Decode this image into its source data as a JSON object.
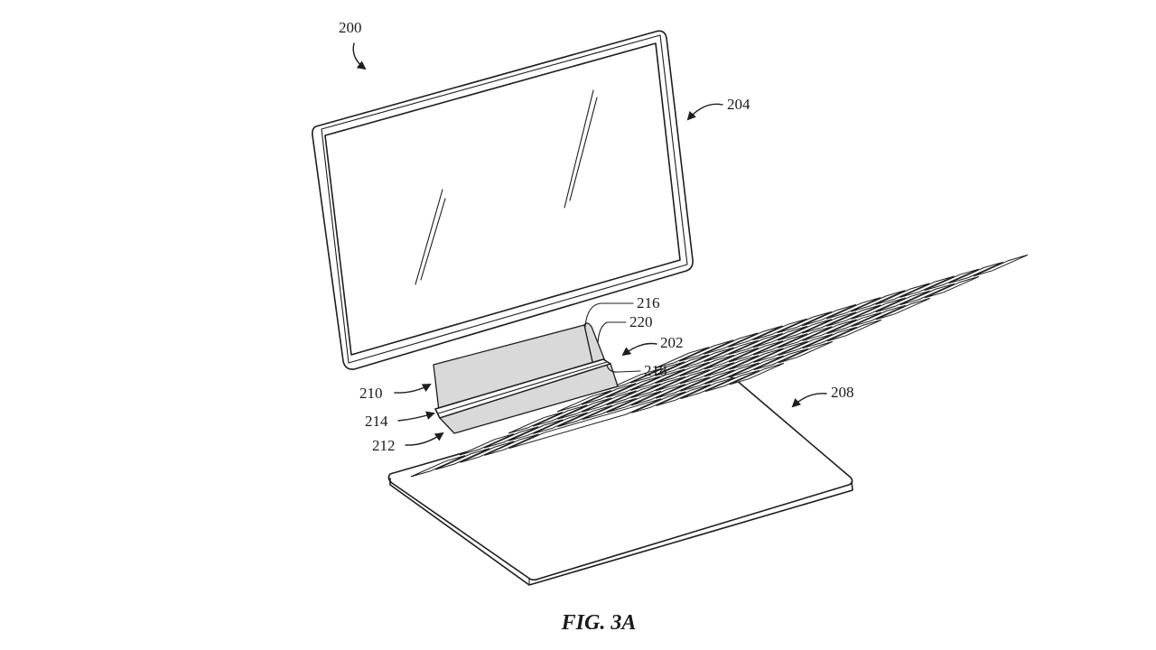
{
  "labels": {
    "device": "200",
    "display": "204",
    "stand": "202",
    "keyboard": "208",
    "flap_upper": "210",
    "hinge": "214",
    "flap_lower": "212",
    "ref_216": "216",
    "ref_220": "220",
    "ref_218": "218"
  },
  "caption": "FIG. 3A"
}
